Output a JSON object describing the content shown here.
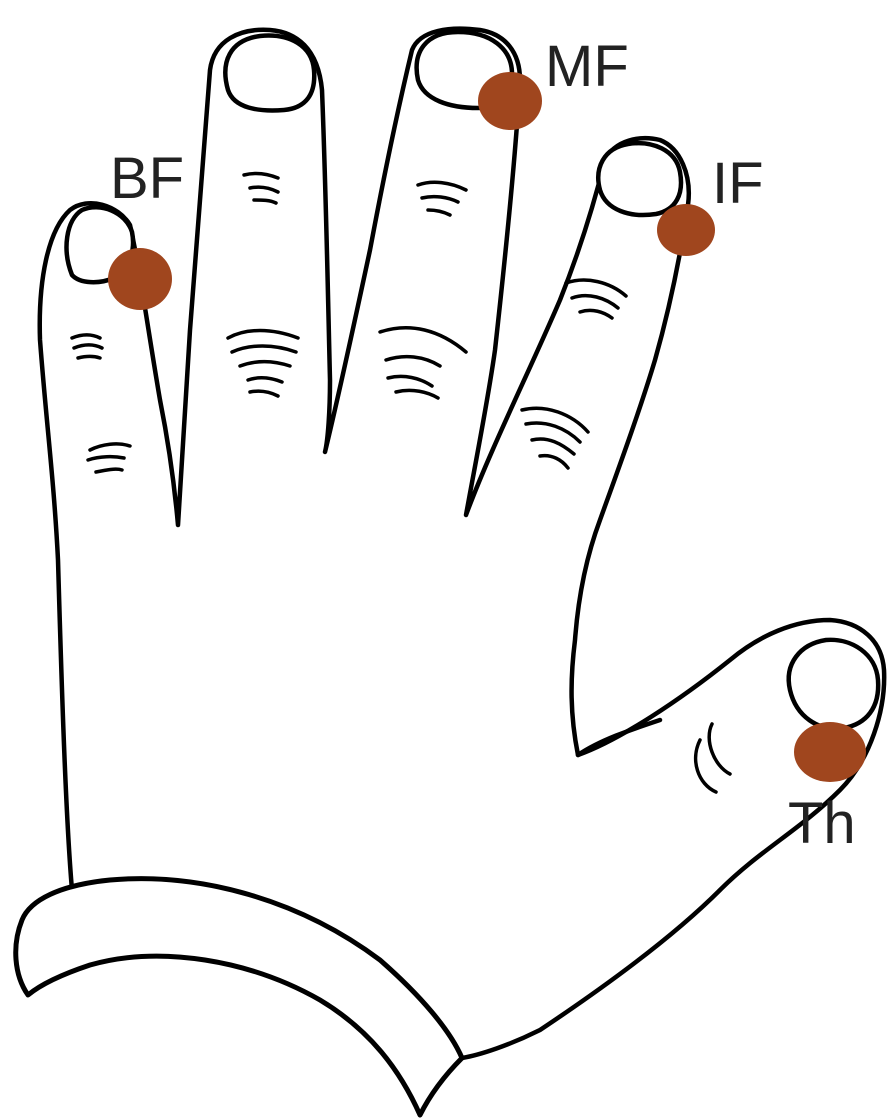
{
  "labels": {
    "bf": "BF",
    "mf": "MF",
    "if": "IF",
    "th": "Th"
  },
  "colors": {
    "marker": "#a0461e",
    "line": "#000000",
    "text": "#222222"
  }
}
